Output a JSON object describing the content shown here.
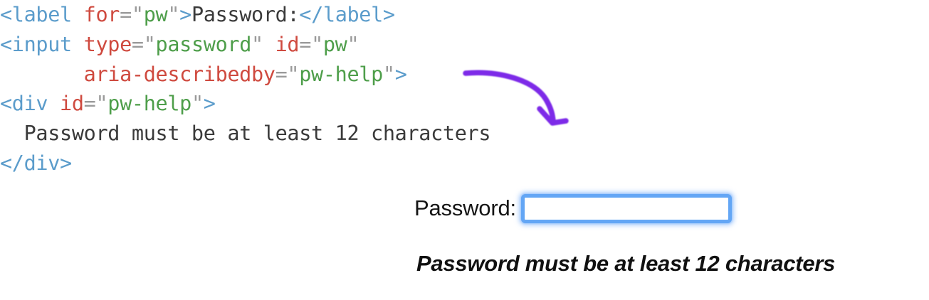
{
  "background_color": "#ffffff",
  "code_snippet": {
    "language": "html",
    "syntax_colors": {
      "tag": "#5b9ccb",
      "attribute": "#cf4a3f",
      "value": "#4e9e4a",
      "punctuation": "#9a9a9a",
      "text": "#3a3a3a"
    },
    "plain_text": "<label for=\"pw\">Password:</label>\n<input type=\"password\" id=\"pw\"\n       aria-describedby=\"pw-help\">\n<div id=\"pw-help\">\n  Password must be at least 12 characters\n</div>",
    "lines": [
      {
        "id": "line-1",
        "tokens": [
          {
            "t": "tag",
            "s": "<label"
          },
          {
            "t": "plain",
            "s": " "
          },
          {
            "t": "attr",
            "s": "for"
          },
          {
            "t": "eq",
            "s": "="
          },
          {
            "t": "quote",
            "s": "\""
          },
          {
            "t": "val",
            "s": "pw"
          },
          {
            "t": "quote",
            "s": "\""
          },
          {
            "t": "tag",
            "s": ">"
          },
          {
            "t": "text",
            "s": "Password:"
          },
          {
            "t": "tag",
            "s": "</label>"
          }
        ]
      },
      {
        "id": "line-2",
        "tokens": [
          {
            "t": "tag",
            "s": "<input"
          },
          {
            "t": "plain",
            "s": " "
          },
          {
            "t": "attr",
            "s": "type"
          },
          {
            "t": "eq",
            "s": "="
          },
          {
            "t": "quote",
            "s": "\""
          },
          {
            "t": "val",
            "s": "password"
          },
          {
            "t": "quote",
            "s": "\""
          },
          {
            "t": "plain",
            "s": " "
          },
          {
            "t": "attr",
            "s": "id"
          },
          {
            "t": "eq",
            "s": "="
          },
          {
            "t": "quote",
            "s": "\""
          },
          {
            "t": "val",
            "s": "pw"
          },
          {
            "t": "quote",
            "s": "\""
          }
        ]
      },
      {
        "id": "line-3",
        "tokens": [
          {
            "t": "plain",
            "s": "       "
          },
          {
            "t": "attr",
            "s": "aria-describedby"
          },
          {
            "t": "eq",
            "s": "="
          },
          {
            "t": "quote",
            "s": "\""
          },
          {
            "t": "val",
            "s": "pw-help"
          },
          {
            "t": "quote",
            "s": "\""
          },
          {
            "t": "tag",
            "s": ">"
          }
        ]
      },
      {
        "id": "line-4",
        "tokens": [
          {
            "t": "tag",
            "s": "<div"
          },
          {
            "t": "plain",
            "s": " "
          },
          {
            "t": "attr",
            "s": "id"
          },
          {
            "t": "eq",
            "s": "="
          },
          {
            "t": "quote",
            "s": "\""
          },
          {
            "t": "val",
            "s": "pw-help"
          },
          {
            "t": "quote",
            "s": "\""
          },
          {
            "t": "tag",
            "s": ">"
          }
        ]
      },
      {
        "id": "line-5",
        "tokens": [
          {
            "t": "text",
            "s": "  Password must be at least 12 characters"
          }
        ]
      },
      {
        "id": "line-6",
        "tokens": [
          {
            "t": "tag",
            "s": "</div>"
          }
        ]
      }
    ]
  },
  "annotation": {
    "type": "curved-arrow",
    "color": "#7d2ae8",
    "from_description": "end of input tag on line 3",
    "to_description": "help text on line 5"
  },
  "rendered_widget": {
    "label": "Password:",
    "input": {
      "value": "",
      "placeholder": "",
      "type": "password",
      "focused": true,
      "border_color": "#63a6f5",
      "glow_color": "#6eaafa"
    },
    "help_text": "Password must be at least 12 characters"
  }
}
